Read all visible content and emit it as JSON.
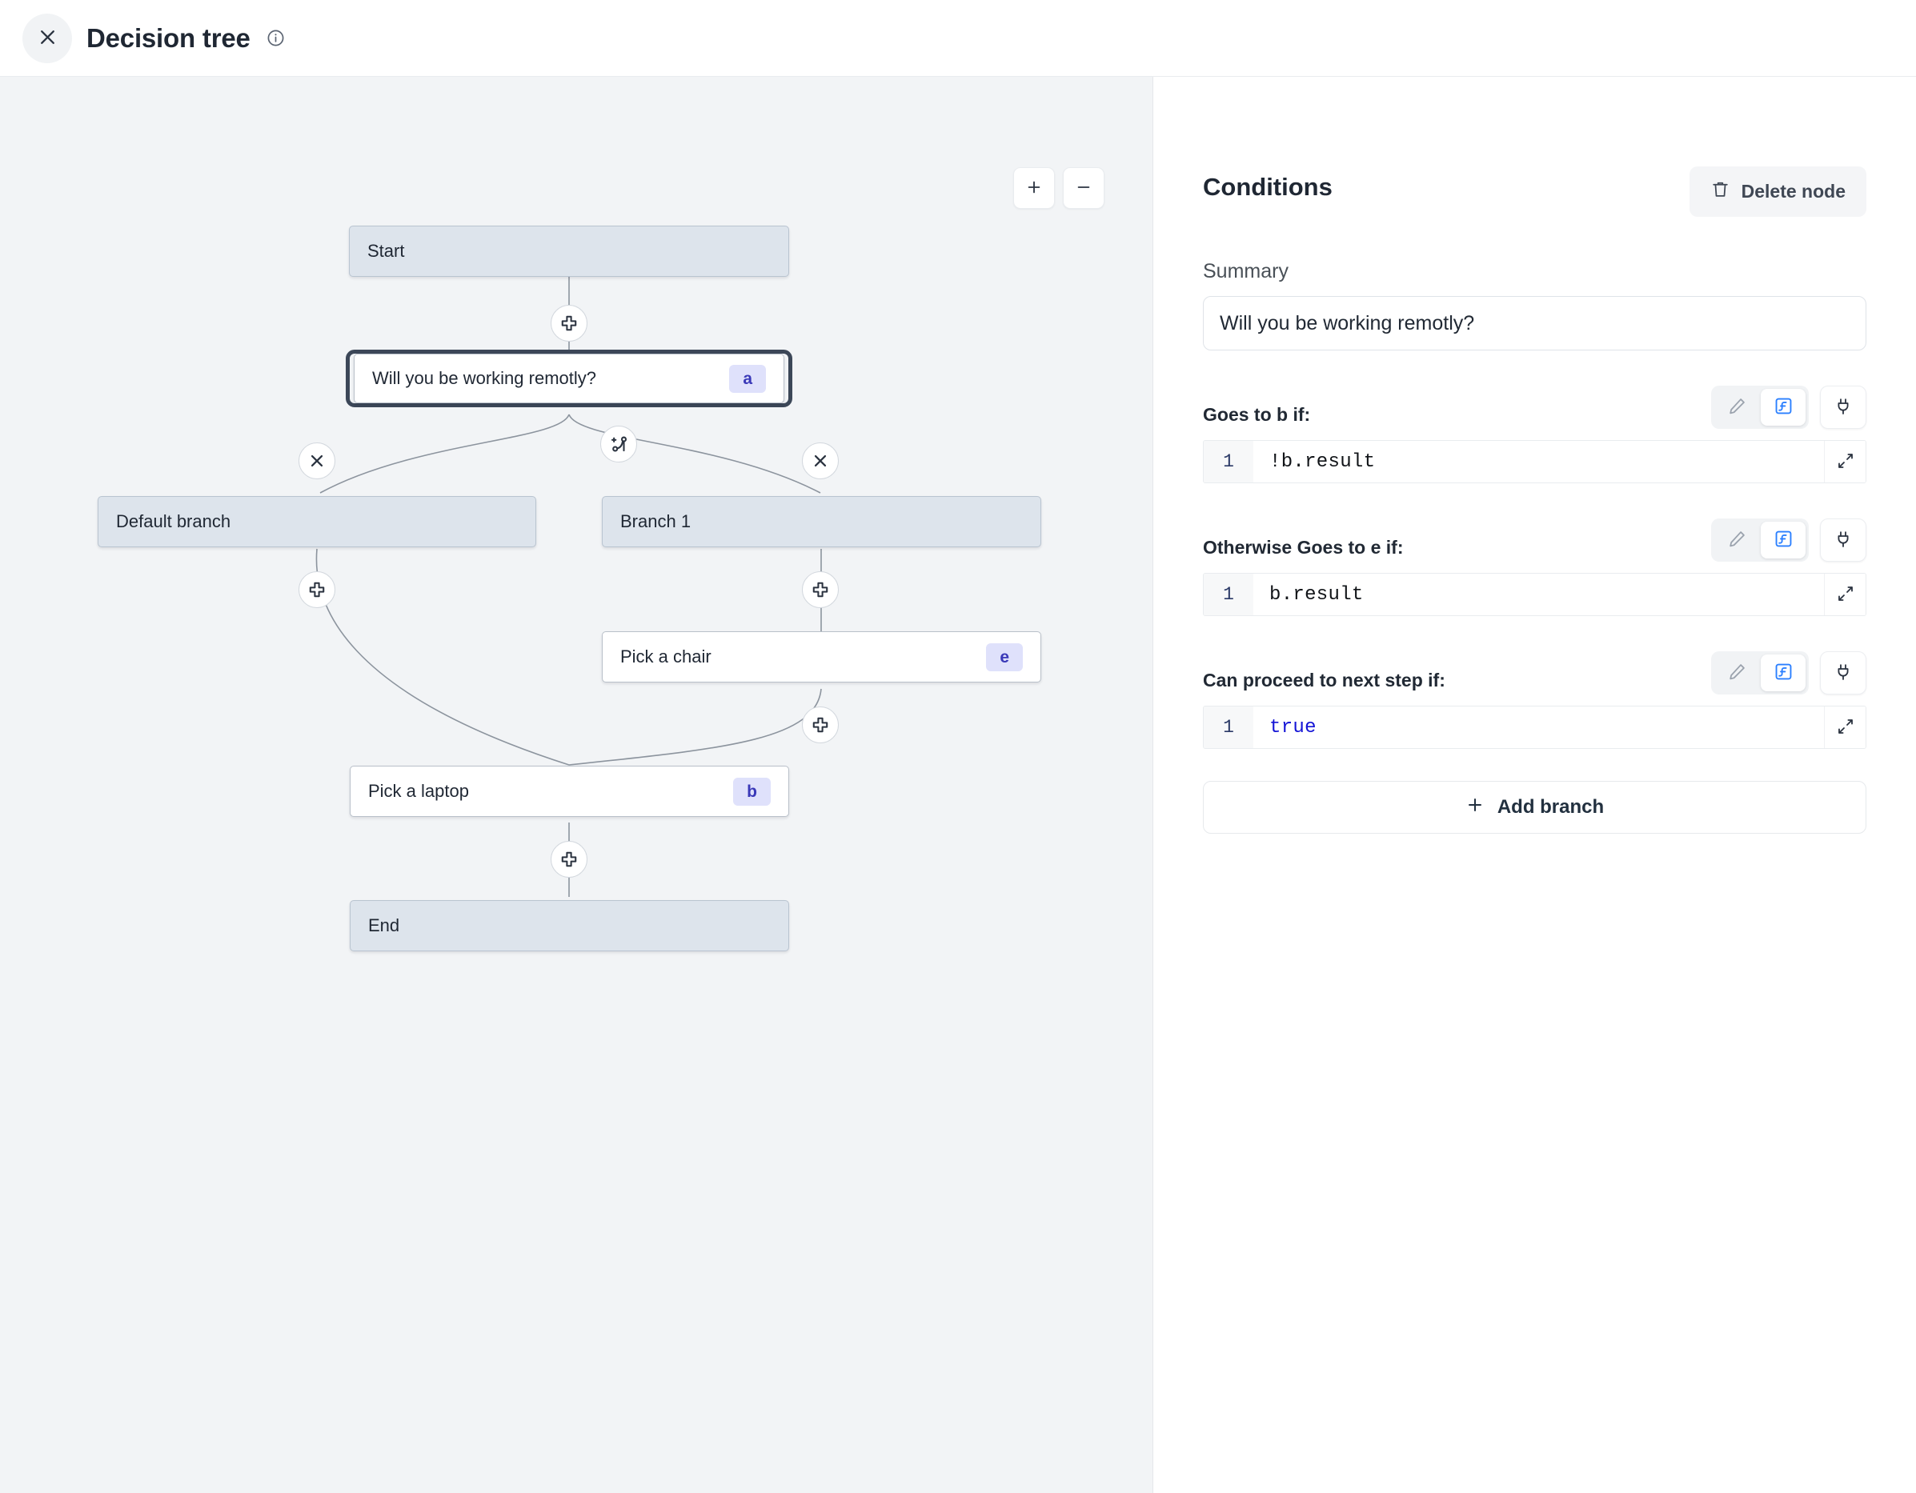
{
  "header": {
    "close_icon": "close-icon",
    "title": "Decision tree",
    "info_icon": "info-icon"
  },
  "canvas": {
    "zoom_in_label": "+",
    "zoom_out_label": "−",
    "nodes": [
      {
        "id": "start",
        "label": "Start",
        "badge": "",
        "type": "terminal"
      },
      {
        "id": "a",
        "label": "Will you be working remotly?",
        "badge": "a",
        "type": "plain",
        "selected": true
      },
      {
        "id": "default",
        "label": "Default branch",
        "badge": "",
        "type": "branch"
      },
      {
        "id": "branch1",
        "label": "Branch 1",
        "badge": "",
        "type": "branch"
      },
      {
        "id": "e",
        "label": "Pick a chair",
        "badge": "e",
        "type": "plain"
      },
      {
        "id": "b",
        "label": "Pick a laptop",
        "badge": "b",
        "type": "plain"
      },
      {
        "id": "end",
        "label": "End",
        "badge": "",
        "type": "terminal"
      }
    ],
    "handles": [
      {
        "id": "h1",
        "icon": "add-step-icon"
      },
      {
        "id": "h2",
        "icon": "add-branch-icon"
      },
      {
        "id": "h3",
        "icon": "remove-branch-icon"
      },
      {
        "id": "h4",
        "icon": "remove-branch-icon"
      },
      {
        "id": "h5",
        "icon": "add-step-icon"
      },
      {
        "id": "h6",
        "icon": "add-step-icon"
      },
      {
        "id": "h7",
        "icon": "add-step-icon"
      },
      {
        "id": "h8",
        "icon": "add-step-icon"
      }
    ]
  },
  "panel": {
    "title": "Conditions",
    "delete_node_label": "Delete node",
    "delete_icon": "trash-icon",
    "summary_label": "Summary",
    "summary_value": "Will you be working remotly?",
    "summary_placeholder": "Summary",
    "mode_icons": {
      "edit": "pencil-icon",
      "expression": "function-icon",
      "connect": "plug-icon"
    },
    "conditions": [
      {
        "label": "Goes to b if:",
        "line_number": "1",
        "code": "!b.result",
        "is_keyword": false
      },
      {
        "label": "Otherwise Goes to e if:",
        "line_number": "1",
        "code": "b.result",
        "is_keyword": false
      },
      {
        "label": "Can proceed to next step if:",
        "line_number": "1",
        "code": "true",
        "is_keyword": true
      }
    ],
    "add_branch_label": "Add branch",
    "add_branch_icon": "plus-icon",
    "expand_icon": "expand-icon"
  },
  "colors": {
    "canvas_bg": "#f2f4f6",
    "terminal_node": "#dde4ec",
    "badge_bg": "#dfe1fb",
    "badge_text": "#3a39b8",
    "accent_blue": "#2a7fff",
    "keyword": "#1414d6"
  }
}
